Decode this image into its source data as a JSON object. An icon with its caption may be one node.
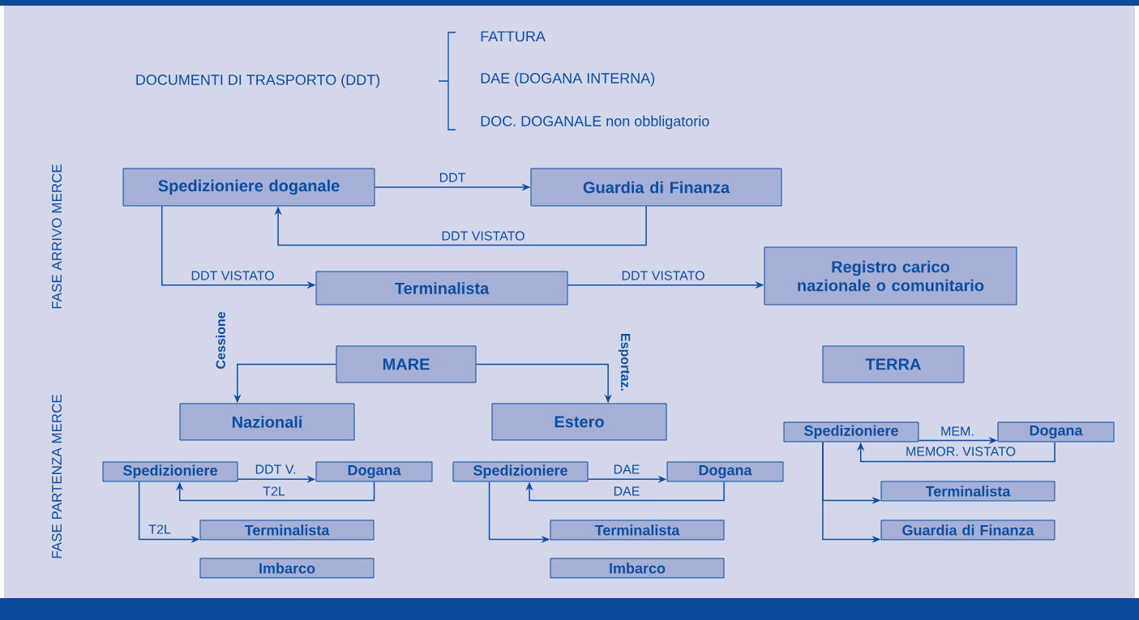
{
  "diagram": {
    "nodes": [
      {
        "text": [
          "Spedizioniere doganale"
        ]
      },
      {
        "text": [
          "Guardia di Finanza"
        ]
      },
      {
        "text": [
          "Terminalista"
        ]
      },
      {
        "text": [
          "Registro carico nazionale o comunitario"
        ]
      },
      {
        "text": [
          "MARE"
        ]
      },
      {
        "text": [
          "TERRA"
        ]
      },
      {
        "text": [
          "Nazionali"
        ]
      },
      {
        "text": [
          "Estero"
        ]
      },
      {
        "text": [
          "Spedizioniere"
        ]
      },
      {
        "text": [
          "Dogana"
        ]
      },
      {
        "text": [
          "Terminalista"
        ]
      },
      {
        "text": [
          "Imbarco"
        ]
      },
      {
        "text": [
          "Spedizioniere"
        ]
      },
      {
        "text": [
          "Dogana"
        ]
      },
      {
        "text": [
          "Terminalista"
        ]
      },
      {
        "text": [
          "Imbarco"
        ]
      },
      {
        "text": [
          "Spedizioniere"
        ]
      },
      {
        "text": [
          "Dogana"
        ]
      },
      {
        "text": [
          "Terminalista"
        ]
      },
      {
        "text": [
          "Guardia di Finanza"
        ]
      }
    ],
    "edges": [
      {
        "from": 0,
        "to": 1,
        "arrow": "to",
        "label": "DDT"
      },
      {
        "from": 1,
        "to": 0,
        "arrow": "to",
        "label": "DDT VISTATO"
      },
      {
        "from": 0,
        "to": 2,
        "arrow": "to",
        "label": "DDT VISTATO"
      },
      {
        "from": 2,
        "to": 3,
        "arrow": "to",
        "label": "DDT VISTATO"
      },
      {
        "from": 4,
        "to": 6,
        "arrow": "to",
        "label": "Cessione"
      },
      {
        "from": 4,
        "to": 7,
        "arrow": "to",
        "label": "Esportaz."
      },
      {
        "from": 8,
        "to": 9,
        "arrow": "to",
        "label": "DDT V."
      },
      {
        "from": 9,
        "to": 8,
        "arrow": "to",
        "label": "T2L"
      },
      {
        "from": 8,
        "to": 10,
        "arrow": "to",
        "label": "T2L"
      },
      {
        "from": 12,
        "to": 13,
        "arrow": "to",
        "label": "DAE"
      },
      {
        "from": 13,
        "to": 12,
        "arrow": "to",
        "label": "DAE"
      },
      {
        "from": 12,
        "to": 14,
        "arrow": "to"
      },
      {
        "from": 16,
        "to": 17,
        "arrow": "to",
        "label": "MEM."
      },
      {
        "from": 17,
        "to": 16,
        "arrow": "to",
        "label": "MEMOR. VISTATO"
      },
      {
        "from": 16,
        "to": 18,
        "arrow": "to"
      },
      {
        "from": 16,
        "to": 19,
        "arrow": "to"
      }
    ],
    "labels": [
      "DOCUMENTI DI TRASPORTO (DDT)",
      "FATTURA",
      "DAE (DOGANA INTERNA)",
      "DOC. DOGANALE non obbligatorio",
      "FASE ARRIVO MERCE",
      "FASE PARTENZA MERCE"
    ]
  }
}
